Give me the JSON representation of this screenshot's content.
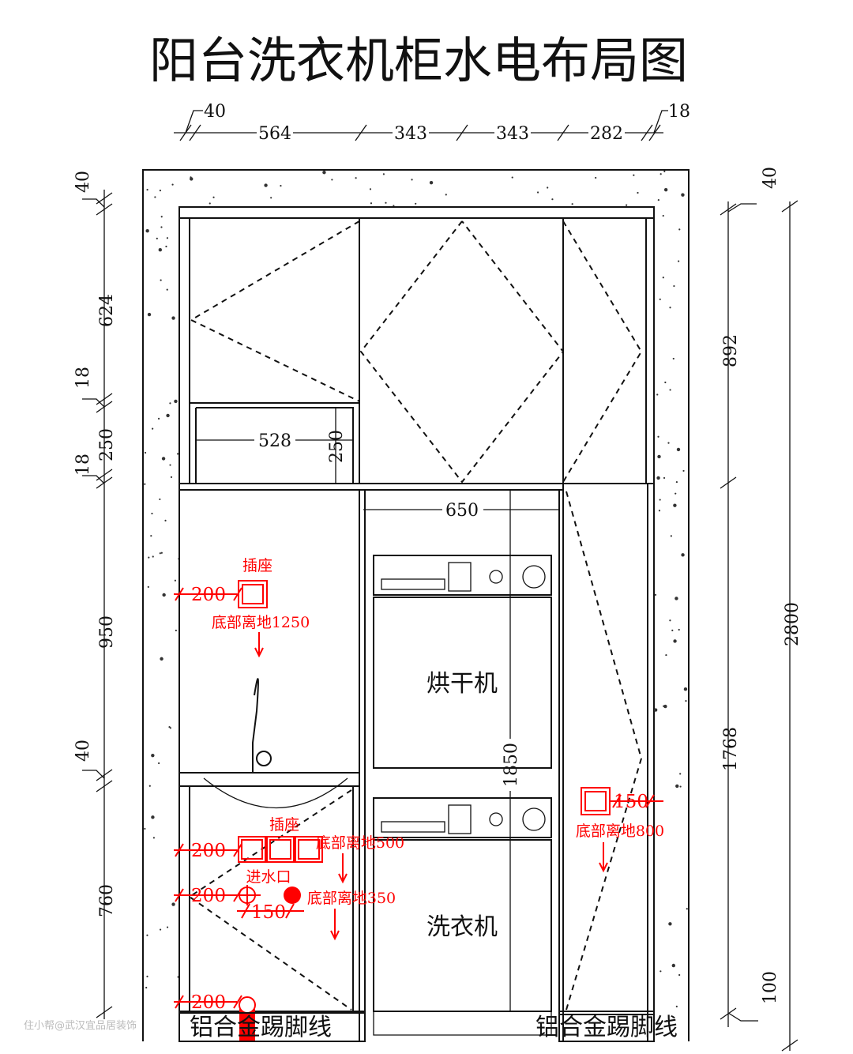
{
  "title": "阳台洗衣机柜水电布局图",
  "top_dims": [
    "40",
    "564",
    "343",
    "343",
    "282",
    "18"
  ],
  "left_dims": [
    "40",
    "624",
    "18",
    "250",
    "18",
    "950",
    "40",
    "760"
  ],
  "right_dims": [
    "40",
    "892",
    "1768",
    "2800",
    "100"
  ],
  "inner_dims": {
    "niche_width": "528",
    "niche_height": "250",
    "washer_width": "650",
    "washer_height": "1850"
  },
  "appliances": {
    "dryer": "烘干机",
    "washer": "洗衣机"
  },
  "baseboard": {
    "left": "铝合金踢脚线",
    "right": "铝合金踢脚线"
  },
  "annotations": {
    "socket_label_upper": "插座",
    "upper_offset": "200",
    "upper_height": "底部离地1250",
    "socket_label_lower": "插座",
    "lower_offset": "200",
    "lower_height": "底部离地500",
    "water_inlet_label": "进水口",
    "water_offset": "200",
    "water_spacing": "150",
    "water_height": "底部离地350",
    "drain_offset": "200",
    "right_offset": "150",
    "right_height": "底部离地800"
  },
  "colors": {
    "annotation": "#ff0000",
    "line": "#111111"
  },
  "watermark": "住小帮@武汉宜品居装饰"
}
